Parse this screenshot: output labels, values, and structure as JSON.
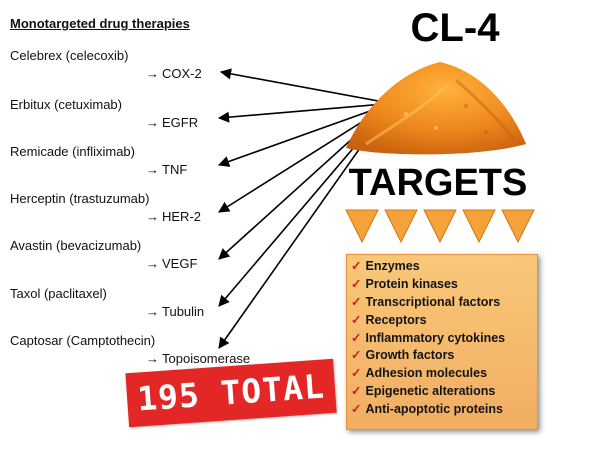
{
  "heading": "Monotargeted drug therapies",
  "drugs": [
    {
      "drug": "Celebrex (celecoxib)",
      "target": "COX-2"
    },
    {
      "drug": "Erbitux (cetuximab)",
      "target": "EGFR"
    },
    {
      "drug": "Remicade (infliximab)",
      "target": "TNF"
    },
    {
      "drug": "Herceptin (trastuzumab)",
      "target": "HER-2"
    },
    {
      "drug": "Avastin (bevacizumab)",
      "target": "VEGF"
    },
    {
      "drug": "Taxol (paclitaxel)",
      "target": "Tubulin"
    },
    {
      "drug": "Captosar (Camptothecin)",
      "target": "Topoisomerase"
    }
  ],
  "target_arrow_glyph": "→",
  "compound_title": "CL-4",
  "targets_heading": "TARGETS",
  "target_categories": [
    "Enzymes",
    "Protein kinases",
    "Transcriptional factors",
    "Receptors",
    "Inflammatory cytokines",
    "Growth factors",
    "Adhesion molecules",
    "Epigenetic alterations",
    "Anti-apoptotic proteins"
  ],
  "check_glyph": "✓",
  "total_stamp": "195 TOTAL",
  "colors": {
    "powder": "#f08a1e",
    "triangle": "#f6a23a",
    "box_bg": "#f5b96a",
    "stamp_bg": "#e32726",
    "check": "#d21f1f"
  }
}
